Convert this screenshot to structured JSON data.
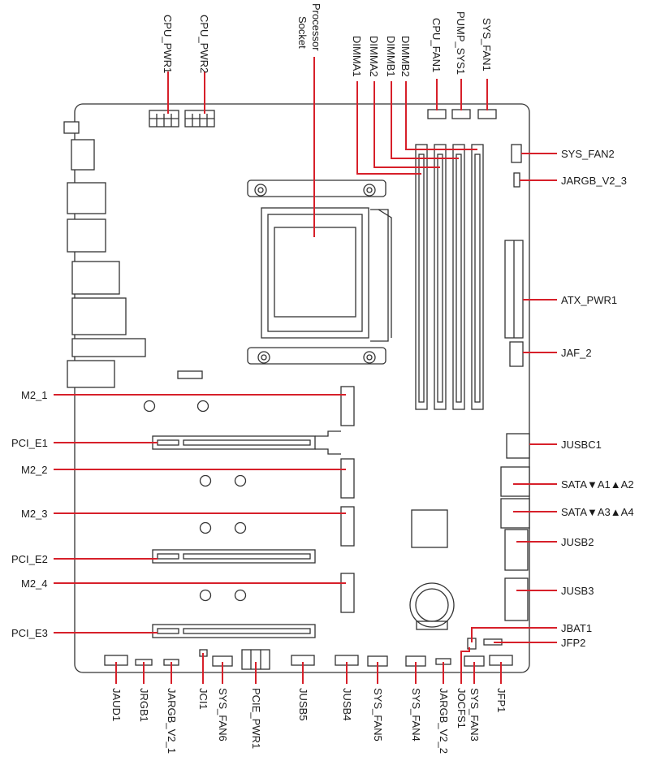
{
  "labels": {
    "cpu_pwr1": "CPU_PWR1",
    "cpu_pwr2": "CPU_PWR2",
    "processor": "Processor",
    "socket": "Socket",
    "dimma1": "DIMMA1",
    "dimma2": "DIMMA2",
    "dimmb1": "DIMMB1",
    "dimmb2": "DIMMB2",
    "cpu_fan1": "CPU_FAN1",
    "pump_sys1": "PUMP_SYS1",
    "sys_fan1": "SYS_FAN1",
    "sys_fan2": "SYS_FAN2",
    "jargb_v2_3": "JARGB_V2_3",
    "atx_pwr1": "ATX_PWR1",
    "jaf_2": "JAF_2",
    "jusbc1": "JUSBC1",
    "sata_a1a2": "SATA▼A1▲A2",
    "sata_a3a4": "SATA▼A3▲A4",
    "jusb2": "JUSB2",
    "jusb3": "JUSB3",
    "jbat1": "JBAT1",
    "jfp2": "JFP2",
    "m2_1": "M2_1",
    "pci_e1": "PCI_E1",
    "m2_2": "M2_2",
    "m2_3": "M2_3",
    "pci_e2": "PCI_E2",
    "m2_4": "M2_4",
    "pci_e3": "PCI_E3",
    "jaud1": "JAUD1",
    "jrgb1": "JRGB1",
    "jargb_v2_1": "JARGB_V2_1",
    "jci1": "JCI1",
    "sys_fan6": "SYS_FAN6",
    "pcie_pwr1": "PCIE_PWR1",
    "jusb5": "JUSB5",
    "jusb4": "JUSB4",
    "sys_fan5": "SYS_FAN5",
    "sys_fan4": "SYS_FAN4",
    "jargb_v2_2": "JARGB_V2_2",
    "jocfs1": "JOCFS1",
    "sys_fan3": "SYS_FAN3",
    "jfp1": "JFP1"
  },
  "colors": {
    "leader": "#d7202a",
    "outline": "#333333",
    "text": "#1a1a1a"
  }
}
